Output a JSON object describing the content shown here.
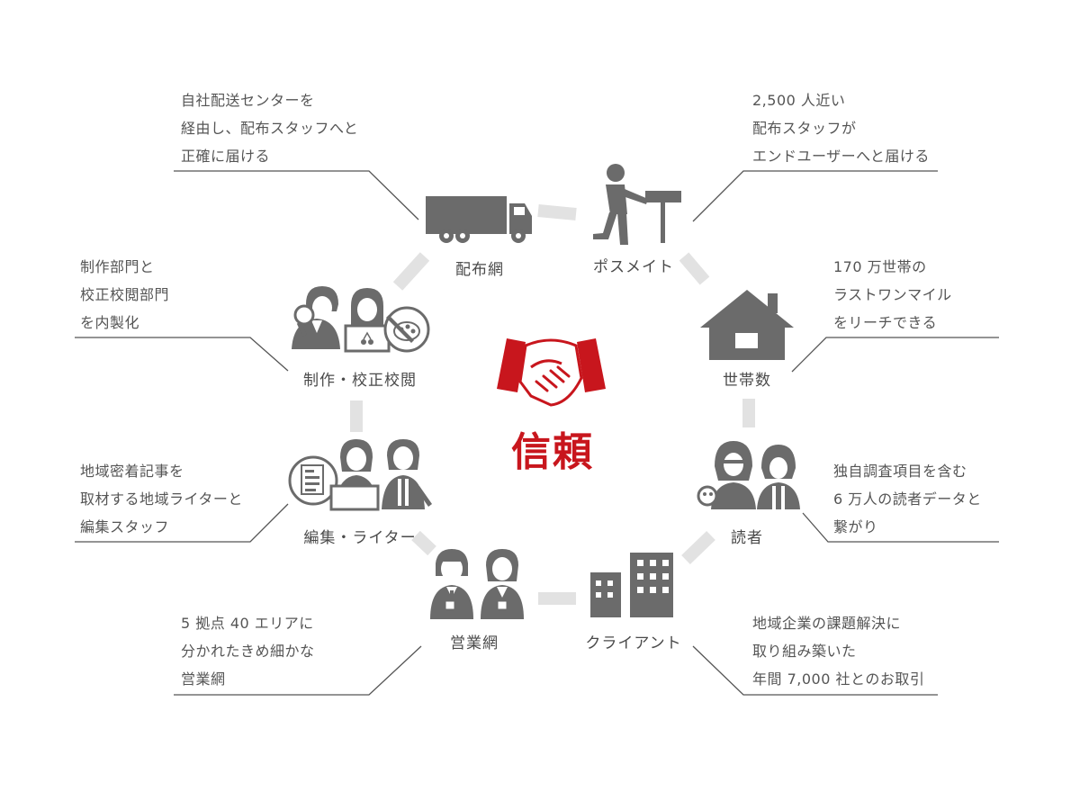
{
  "center": {
    "title": "信頼",
    "icon": "handshake-icon",
    "color": "#c8161d"
  },
  "colors": {
    "icon": "#6b6b6b",
    "connector": "#e2e2e2",
    "line": "#555555",
    "text": "#555555"
  },
  "nodes": [
    {
      "id": "distribution",
      "label": "配布網",
      "icon": "truck-icon"
    },
    {
      "id": "posmate",
      "label": "ポスメイト",
      "icon": "mailbox-person-icon"
    },
    {
      "id": "households",
      "label": "世帯数",
      "icon": "house-icon"
    },
    {
      "id": "readers",
      "label": "読者",
      "icon": "readers-icon"
    },
    {
      "id": "clients",
      "label": "クライアント",
      "icon": "buildings-icon"
    },
    {
      "id": "sales",
      "label": "営業網",
      "icon": "sales-staff-icon"
    },
    {
      "id": "editorial",
      "label": "編集・ライター",
      "icon": "writer-icon"
    },
    {
      "id": "production",
      "label": "制作・校正校閲",
      "icon": "production-icon"
    }
  ],
  "descriptions": {
    "distribution": [
      "自社配送センターを",
      "経由し、配布スタッフへと",
      "正確に届ける"
    ],
    "posmate": [
      "2,500 人近い",
      "配布スタッフが",
      "エンドユーザーへと届ける"
    ],
    "households": [
      "170 万世帯の",
      "ラストワンマイル",
      "をリーチできる"
    ],
    "readers": [
      "独自調査項目を含む",
      "6 万人の読者データと",
      "繋がり"
    ],
    "clients": [
      "地域企業の課題解決に",
      "取り組み築いた",
      "年間 7,000 社とのお取引"
    ],
    "sales": [
      "5 拠点 40 エリアに",
      "分かれたきめ細かな",
      "営業網"
    ],
    "editorial": [
      "地域密着記事を",
      "取材する地域ライターと",
      "編集スタッフ"
    ],
    "production": [
      "制作部門と",
      "校正校閲部門",
      "を内製化"
    ]
  }
}
